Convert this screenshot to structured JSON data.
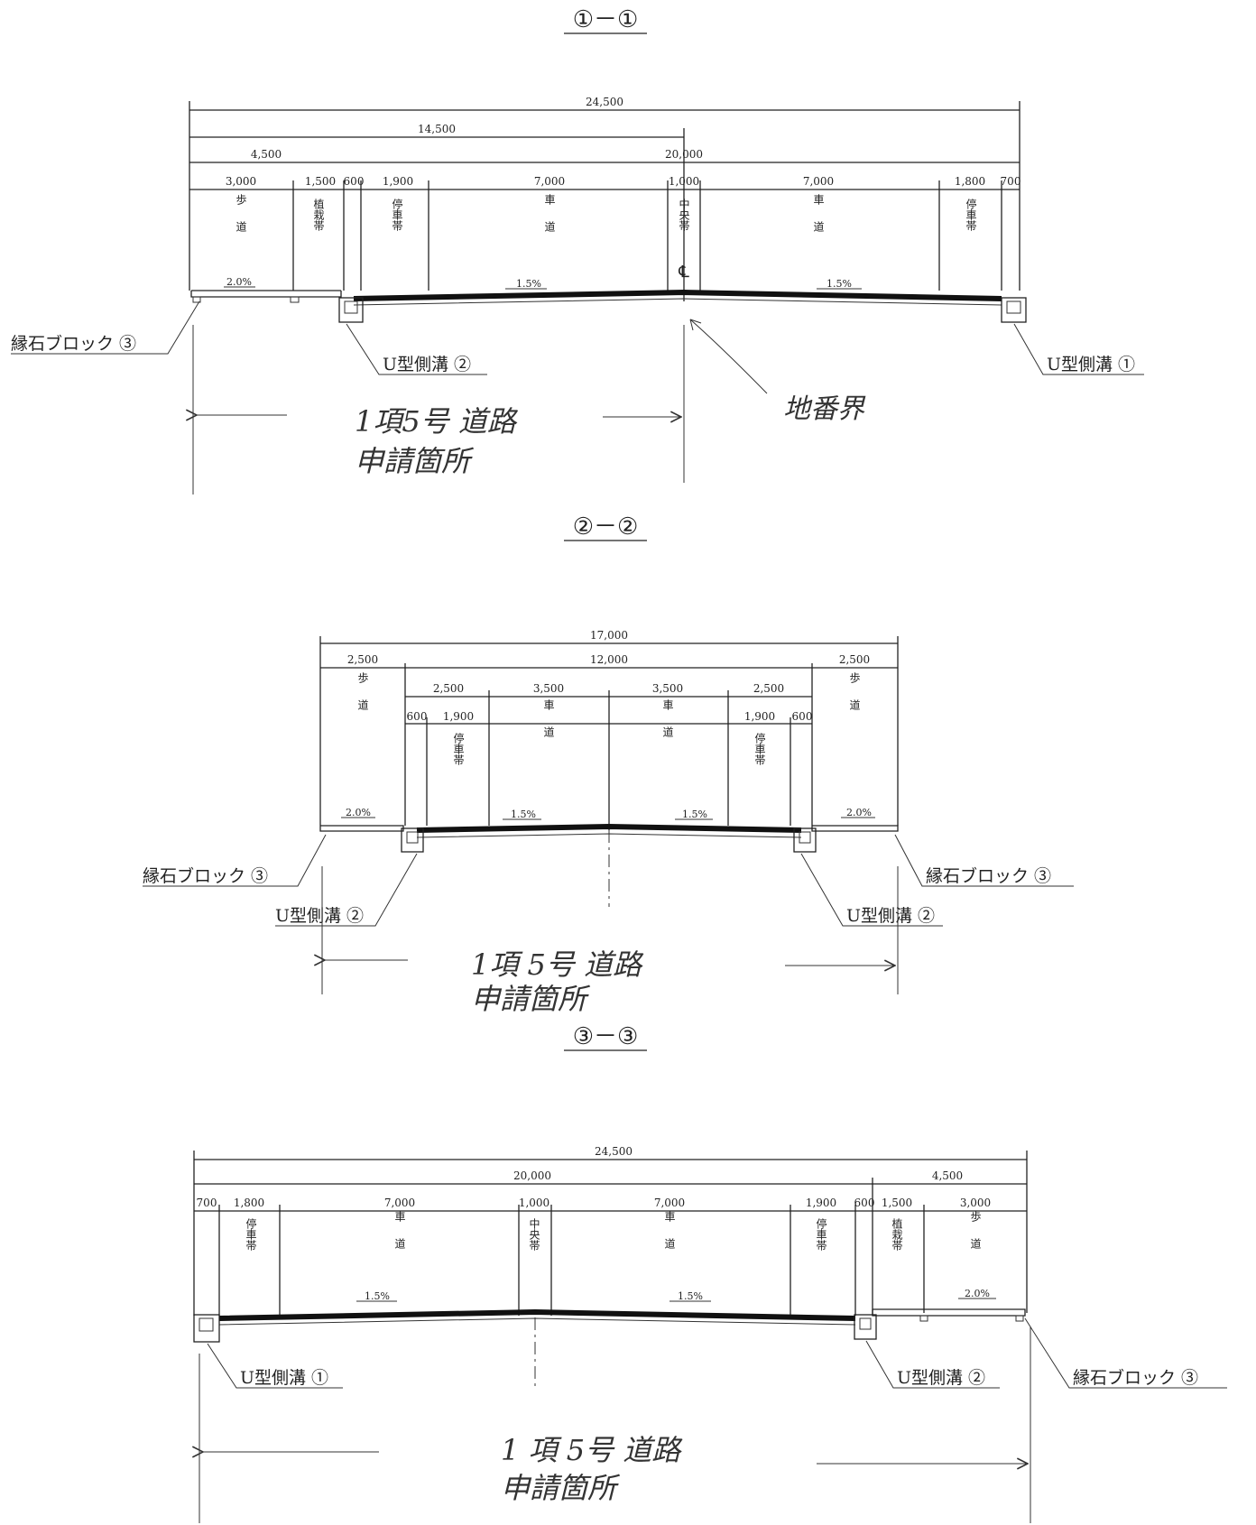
{
  "sections": [
    {
      "title": "①－①",
      "overall": "24,500",
      "sub_a": "14,500",
      "sub_b_left": "4,500",
      "sub_b_right": "20,000",
      "segments": [
        "3,000",
        "1,500",
        "600",
        "1,900",
        "7,000",
        "1,000",
        "7,000",
        "1,800",
        "700"
      ],
      "bands": [
        "歩道",
        "植栽帯",
        "停車帯",
        "車道",
        "中央帯",
        "車道",
        "停車帯"
      ],
      "cl_mark": "℄",
      "slopes": [
        "2.0%",
        "1.5%",
        "1.5%"
      ],
      "labels": {
        "curb_left": "縁石ブロック ③",
        "gutter_mid": "U型側溝 ②",
        "gutter_right": "U型側溝 ①"
      },
      "boundary_note": "地番界",
      "note_line1": "1項5号 道路",
      "note_line2": "申請箇所"
    },
    {
      "title": "②－②",
      "overall": "17,000",
      "sub_left": "2,500",
      "sub_mid": "12,000",
      "sub_right": "2,500",
      "sub2": [
        "2,500",
        "3,500",
        "3,500",
        "2,500"
      ],
      "segments": [
        "600",
        "1,900",
        "1,900",
        "600"
      ],
      "bands": [
        "歩道",
        "停車帯",
        "車道",
        "車道",
        "停車帯",
        "歩道"
      ],
      "slopes": [
        "2.0%",
        "1.5%",
        "1.5%",
        "2.0%"
      ],
      "labels": {
        "curb_left": "縁石ブロック ③",
        "gutter_left": "U型側溝 ②",
        "gutter_right": "U型側溝 ②",
        "curb_right": "縁石ブロック ③"
      },
      "note_line1": "1項 5号 道路",
      "note_line2": "申請箇所"
    },
    {
      "title": "③－③",
      "overall": "24,500",
      "sub_left": "20,000",
      "sub_right": "4,500",
      "segments": [
        "700",
        "1,800",
        "7,000",
        "1,000",
        "7,000",
        "1,900",
        "600",
        "1,500",
        "3,000"
      ],
      "bands": [
        "停車帯",
        "車道",
        "中央帯",
        "車道",
        "停車帯",
        "植栽帯",
        "歩道"
      ],
      "slopes": [
        "1.5%",
        "1.5%",
        "2.0%"
      ],
      "labels": {
        "gutter_left": "U型側溝 ①",
        "gutter_mid": "U型側溝 ②",
        "curb_right": "縁石ブロック ③"
      },
      "note_line1": "1 項 5号 道路",
      "note_line2": "申請箇所"
    }
  ]
}
